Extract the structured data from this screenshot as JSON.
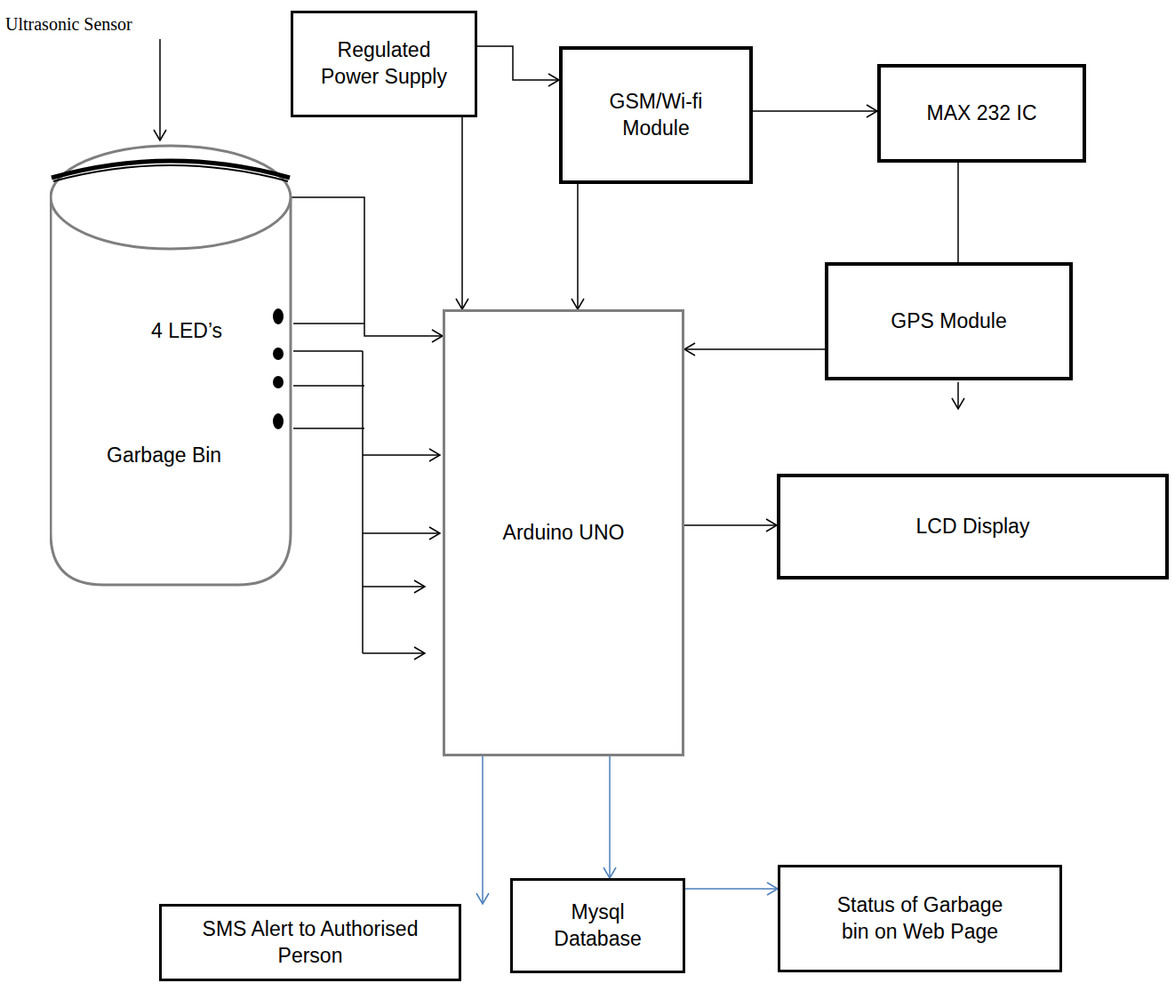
{
  "diagram": {
    "nodes": [
      {
        "text": [
          "Regulated Power Supply"
        ]
      },
      {
        "text": [
          "GSM/Wi-fi Module"
        ]
      },
      {
        "text": [
          "MAX 232 IC"
        ]
      },
      {
        "text": [
          "4 LED’s",
          "Garbage Bin"
        ]
      },
      {
        "text": [
          "GPS Module"
        ]
      },
      {
        "text": [
          "Arduino UNO"
        ]
      },
      {
        "text": [
          "LCD Display"
        ]
      },
      {
        "text": [
          "SMS Alert to Authorised Person"
        ]
      },
      {
        "text": [
          "Mysql Database"
        ]
      },
      {
        "text": [
          "Status of Garbage bin on Web Page"
        ]
      }
    ],
    "edges": [
      {
        "from": 0,
        "to": 1,
        "arrow": "to"
      },
      {
        "from": 0,
        "to": 5,
        "arrow": "to"
      },
      {
        "from": 1,
        "to": 5,
        "arrow": "to"
      },
      {
        "from": 1,
        "to": 2,
        "arrow": "to"
      },
      {
        "from": 2,
        "to": 4,
        "arrow": "none"
      },
      {
        "from": 4,
        "to": 5,
        "arrow": "to"
      },
      {
        "from": 3,
        "to": 5,
        "arrow": "to"
      },
      {
        "from": 5,
        "to": 6,
        "arrow": "to"
      },
      {
        "from": 5,
        "to": 7,
        "arrow": "to"
      },
      {
        "from": 5,
        "to": 8,
        "arrow": "to"
      },
      {
        "from": 8,
        "to": 9,
        "arrow": "to"
      }
    ],
    "labels": [
      "Ultrasonic Sensor"
    ]
  }
}
